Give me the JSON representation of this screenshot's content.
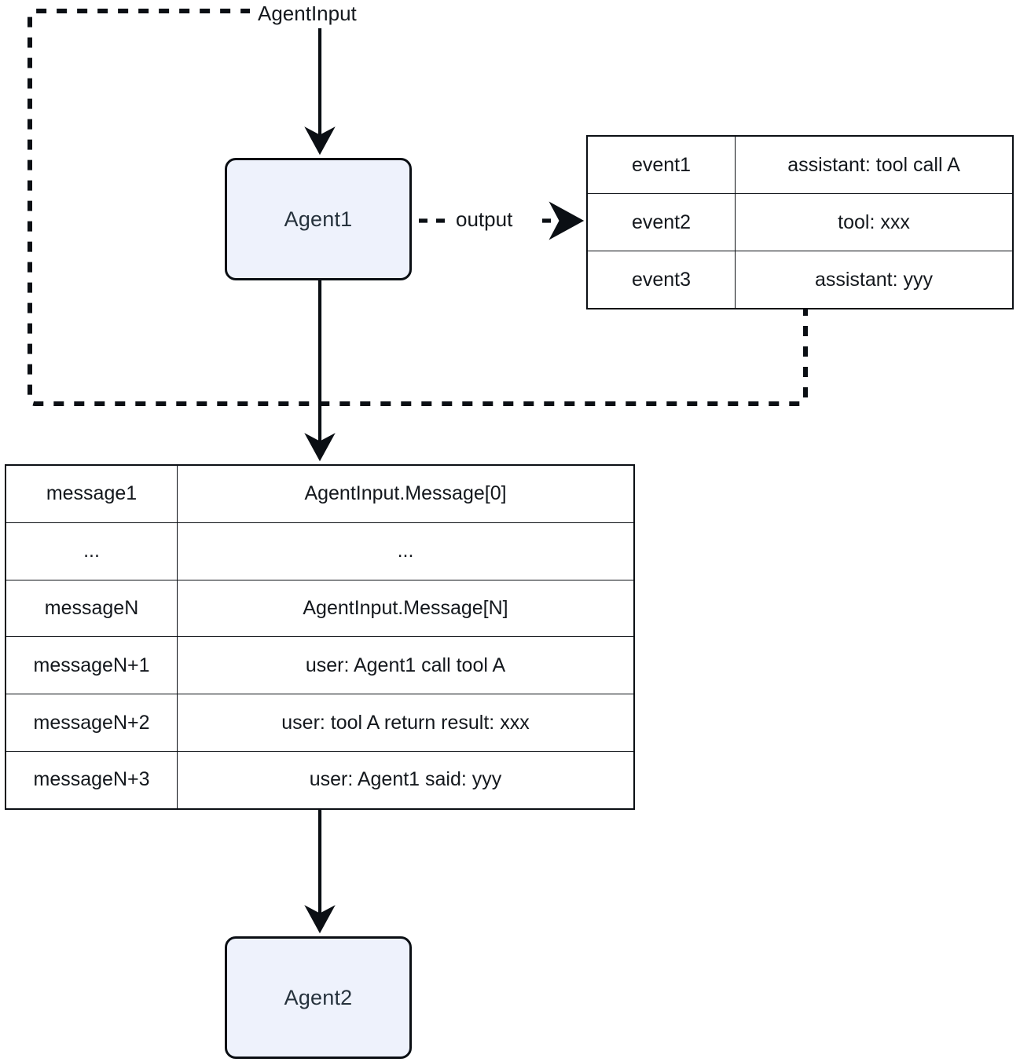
{
  "diagram": {
    "type": "flowchart",
    "nodes": {
      "agent1": {
        "label": "Agent1",
        "shape": "rounded-rect",
        "fill": "#eef2fc",
        "stroke": "#0b0f14"
      },
      "agent2": {
        "label": "Agent2",
        "shape": "rounded-rect",
        "fill": "#eef2fc",
        "stroke": "#0b0f14"
      }
    },
    "edge_labels": {
      "agent_input": "AgentInput",
      "output": "output"
    },
    "edges": [
      {
        "from": "agent-input-loop",
        "to": "agent1",
        "style": "solid",
        "label": "AgentInput"
      },
      {
        "from": "agent1",
        "to": "event-table",
        "style": "dashed",
        "label": "output"
      },
      {
        "from": "event-table",
        "to": "agent-input-loop",
        "style": "dashed",
        "label": ""
      },
      {
        "from": "agent1",
        "to": "message-table",
        "style": "solid",
        "label": ""
      },
      {
        "from": "message-table",
        "to": "agent2",
        "style": "solid",
        "label": ""
      }
    ]
  },
  "event_table": {
    "name": "event-table",
    "rows": [
      {
        "key": "event1",
        "value": "assistant: tool call A"
      },
      {
        "key": "event2",
        "value": "tool: xxx"
      },
      {
        "key": "event3",
        "value": "assistant: yyy"
      }
    ]
  },
  "message_table": {
    "name": "message-table",
    "rows": [
      {
        "key": "message1",
        "value": "AgentInput.Message[0]"
      },
      {
        "key": "...",
        "value": "..."
      },
      {
        "key": "messageN",
        "value": "AgentInput.Message[N]"
      },
      {
        "key": "messageN+1",
        "value": "user: Agent1 call tool A"
      },
      {
        "key": "messageN+2",
        "value": "user: tool A return result: xxx"
      },
      {
        "key": "messageN+3",
        "value": "user: Agent1 said: yyy"
      }
    ]
  }
}
